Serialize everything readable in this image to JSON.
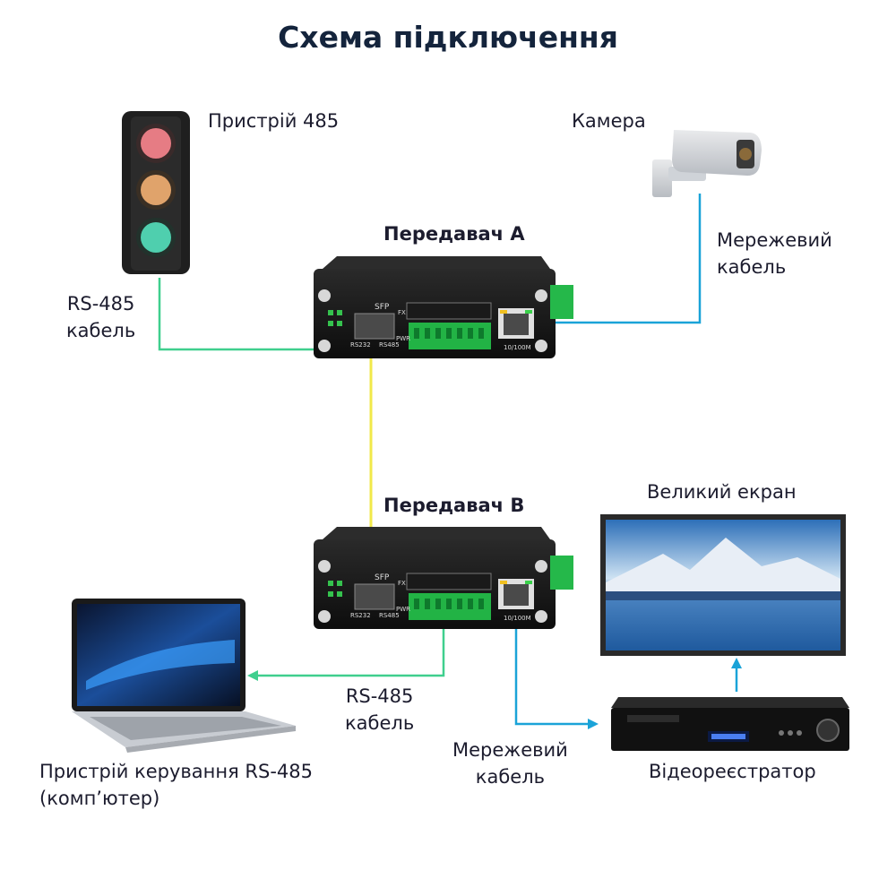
{
  "title": "Схема підключення",
  "nodes": {
    "device485": "Пристрій 485",
    "camera": "Камера",
    "transmitter_a": "Передавач А",
    "transmitter_b": "Передавач В",
    "big_screen": "Великий екран",
    "recorder": "Відеореєстратор",
    "controller": "Пристрій керування RS-485",
    "controller_sub": "(комп’ютер)"
  },
  "links": {
    "rs485_top": [
      "RS-485",
      "кабель"
    ],
    "network_top": [
      "Мережевий",
      "кабель"
    ],
    "rs485_bottom": [
      "RS-485",
      "кабель"
    ],
    "network_bottom": [
      "Мережевий",
      "кабель"
    ]
  },
  "device_panel": {
    "sfp": "SFP",
    "rs232": "RS232",
    "rs485": "RS485",
    "fx": "FX",
    "pwr": "PWR",
    "port_speed": "10/100M"
  },
  "colors": {
    "rs485_line": "#3fcf8e",
    "network_line": "#1aa3d8",
    "fiber_line": "#f1e94a",
    "title": "#14243c"
  },
  "icons": [
    "traffic-light",
    "security-camera",
    "fiber-transmitter",
    "laptop",
    "monitor",
    "dvr-recorder"
  ]
}
